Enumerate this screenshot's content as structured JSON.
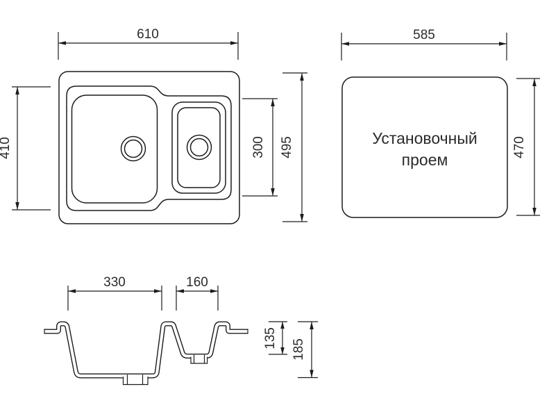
{
  "drawing": {
    "title": "sink-technical-drawing",
    "colors": {
      "line": "#1c1c1c",
      "text": "#2b2b2b",
      "background": "#ffffff"
    },
    "top_view": {
      "description": "sink-top-view-with-two-bowls",
      "overall_width_mm": "610",
      "overall_depth_mm": "495",
      "main_bowl_length_mm": "410",
      "small_bowl_length_mm": "300"
    },
    "opening_view": {
      "label_line1": "Установочный",
      "label_line2": "проем",
      "opening_width_mm": "585",
      "opening_depth_mm": "470"
    },
    "section_view": {
      "description": "sink-cross-section",
      "main_bowl_width_mm": "330",
      "small_bowl_width_mm": "160",
      "small_bowl_depth_mm": "135",
      "main_bowl_depth_mm": "185"
    }
  }
}
